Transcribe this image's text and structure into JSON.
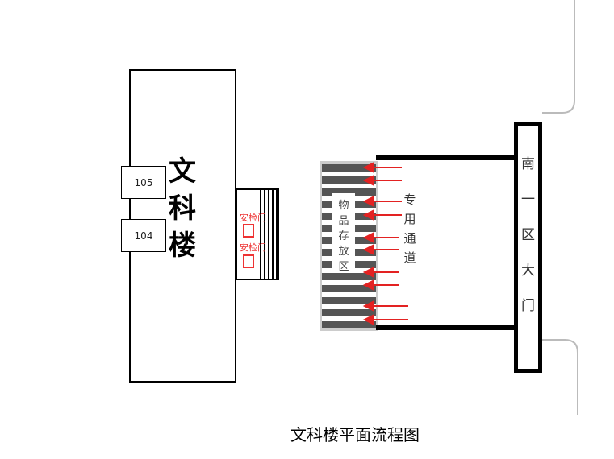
{
  "building": {
    "name": "文科楼",
    "rooms": [
      "105",
      "104"
    ]
  },
  "security": {
    "gates": [
      "安检门",
      "安检门"
    ]
  },
  "storage": {
    "label": "物品存放区"
  },
  "lane": {
    "label": "专用通道"
  },
  "gate": {
    "label": "南一区大门"
  },
  "title": "文科楼平面流程图",
  "colors": {
    "arrow": "#e32222",
    "stripe": "#555555"
  }
}
